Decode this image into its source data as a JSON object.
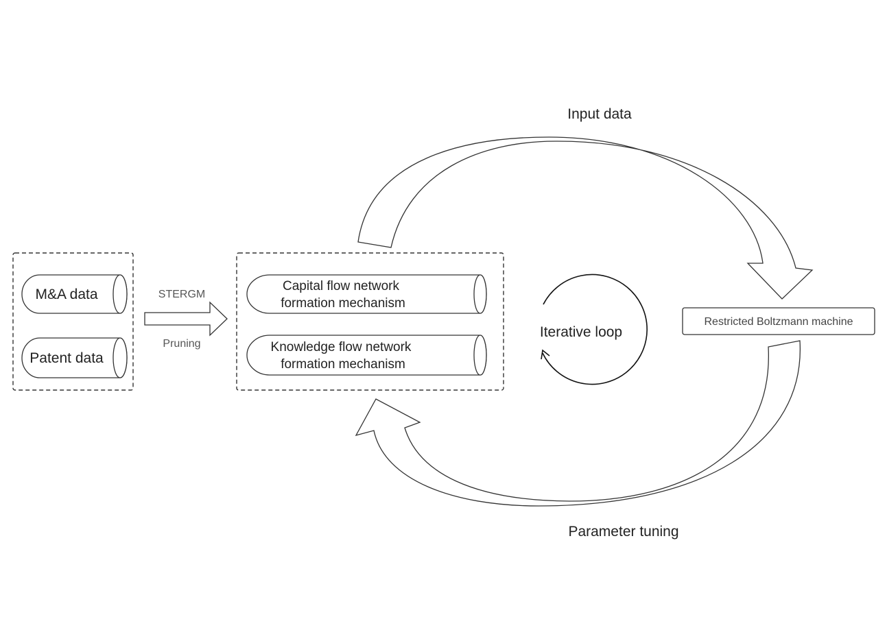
{
  "inputs": {
    "ma_data": "M&A data",
    "patent_data": "Patent data"
  },
  "transform": {
    "stergm": "STERGM",
    "pruning": "Pruning"
  },
  "mechanisms": {
    "capital_line1": "Capital flow network",
    "capital_line2": "formation mechanism",
    "knowledge_line1": "Knowledge flow network",
    "knowledge_line2": "formation mechanism"
  },
  "loop": {
    "label": "Iterative loop"
  },
  "model": {
    "label": "Restricted Boltzmann machine"
  },
  "arrows": {
    "input_data": "Input data",
    "parameter_tuning": "Parameter tuning"
  }
}
